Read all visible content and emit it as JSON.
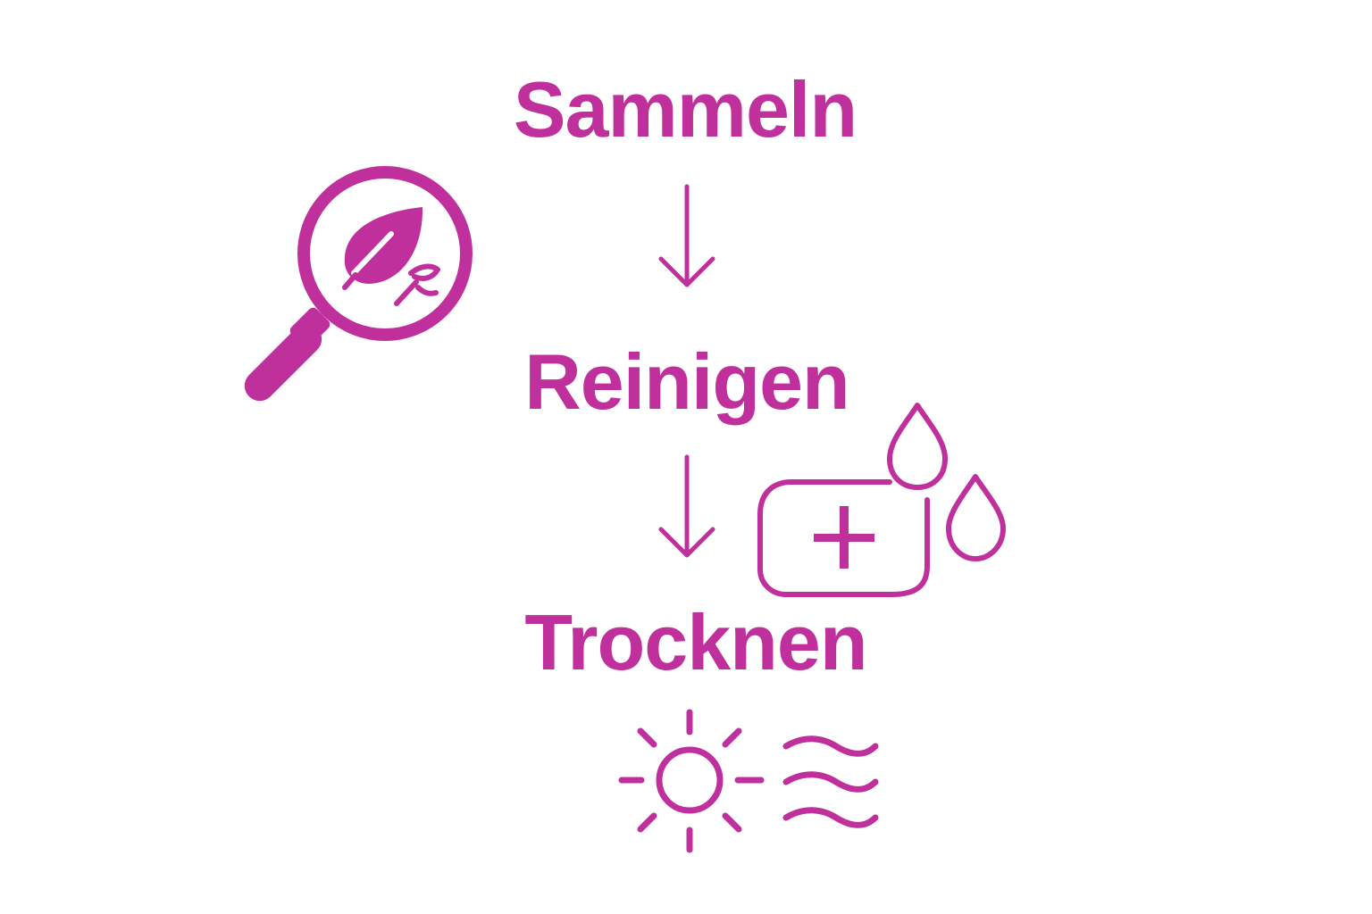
{
  "colors": {
    "accent": "#c0309c",
    "background": "#ffffff"
  },
  "steps": [
    {
      "label": "Sammeln",
      "icon": "magnifier-leaf-icon"
    },
    {
      "label": "Reinigen",
      "icon": "first-aid-box-water-drops-icon"
    },
    {
      "label": "Trocknen",
      "icon": "sun-wind-icon"
    }
  ],
  "arrows": [
    {
      "from": "Sammeln",
      "to": "Reinigen"
    },
    {
      "from": "Reinigen",
      "to": "Trocknen"
    }
  ]
}
